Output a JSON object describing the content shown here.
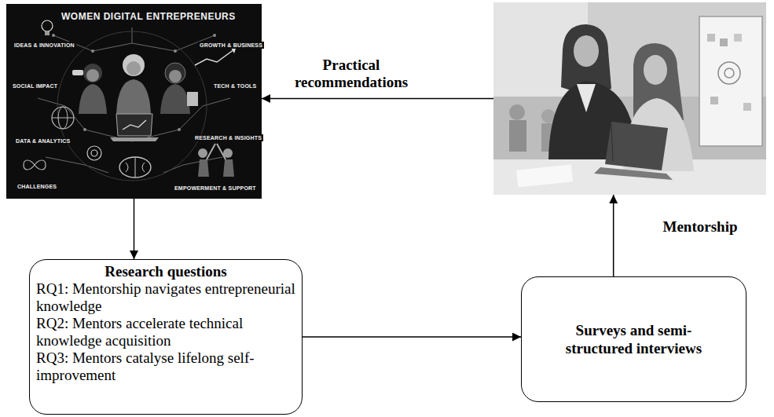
{
  "diagram": {
    "nodes": [
      {
        "text": [
          "WOMEN DIGITAL ENTREPRENEURS",
          "IDEAS & INNOVATION",
          "GROWTH & BUSINESS",
          "SOCIAL IMPACT",
          "TECH & TOOLS",
          "DATA & ANALYTICS",
          "RESEARCH & INSIGHTS",
          "CHALLENGES",
          "EMPOWERMENT & SUPPORT"
        ]
      },
      {
        "text": []
      },
      {
        "text": [
          "Research questions",
          "RQ1: Mentorship navigates entrepreneurial knowledge",
          "RQ2: Mentors accelerate technical knowledge acquisition",
          "RQ3: Mentors catalyse lifelong self-improvement"
        ]
      },
      {
        "text": [
          "Surveys and semi-structured interviews"
        ]
      }
    ],
    "edges": [
      {
        "from": 1,
        "to": 0,
        "label": "Practical recommendations",
        "arrow": "to"
      },
      {
        "from": 0,
        "to": 2,
        "arrow": "to"
      },
      {
        "from": 2,
        "to": 3,
        "arrow": "to"
      },
      {
        "from": 3,
        "to": 1,
        "label": "Mentorship",
        "arrow": "to"
      }
    ]
  }
}
